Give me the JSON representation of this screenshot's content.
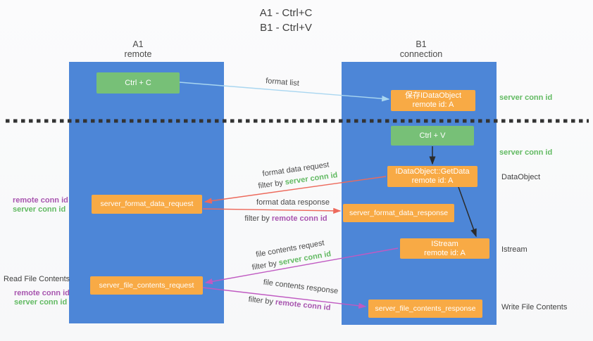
{
  "title": {
    "line1": "A1 - Ctrl+C",
    "line2": "B1 - Ctrl+V"
  },
  "lifelines": {
    "left": {
      "name": "A1",
      "role": "remote"
    },
    "right": {
      "name": "B1",
      "role": "connection"
    }
  },
  "nodes": {
    "ctrl_c": {
      "label": "Ctrl + C"
    },
    "save_idataobject": {
      "line1": "保存IDataObject",
      "line2": "remote id: A"
    },
    "ctrl_v": {
      "label": "Ctrl + V"
    },
    "idataobject_getdata": {
      "line1": "IDataObject::GetData",
      "line2": "remote id: A"
    },
    "server_format_data_request": {
      "label": "server_format_data_request"
    },
    "server_format_data_response": {
      "label": "server_format_data_response"
    },
    "istream": {
      "line1": "IStream",
      "line2": "remote id: A"
    },
    "server_file_contents_request": {
      "label": "server_file_contents_request"
    },
    "server_file_contents_response": {
      "label": "server_file_contents_response"
    }
  },
  "labels": {
    "format_list": "format list",
    "format_data_request": "format data request",
    "format_data_response": "format data response",
    "file_contents_request": "file contents request",
    "file_contents_response": "file contents response",
    "filter_by": "filter by",
    "server_conn_id": "server conn id",
    "remote_conn_id": "remote conn id",
    "read_file_contents": "Read File Contents",
    "write_file_contents": "Write File Contents",
    "dataobject": "DataObject",
    "istream": "Istream"
  },
  "colors": {
    "lifeline_blue": "#4d86d7",
    "node_green": "#77c077",
    "node_orange": "#f8aa45",
    "text_green": "#62ba62",
    "text_purple": "#a855af",
    "arrow_red": "#ed6a5c",
    "arrow_magenta": "#c05ac2",
    "arrow_lightblue": "#a9d6f0",
    "arrow_black": "#2b2b2b"
  }
}
